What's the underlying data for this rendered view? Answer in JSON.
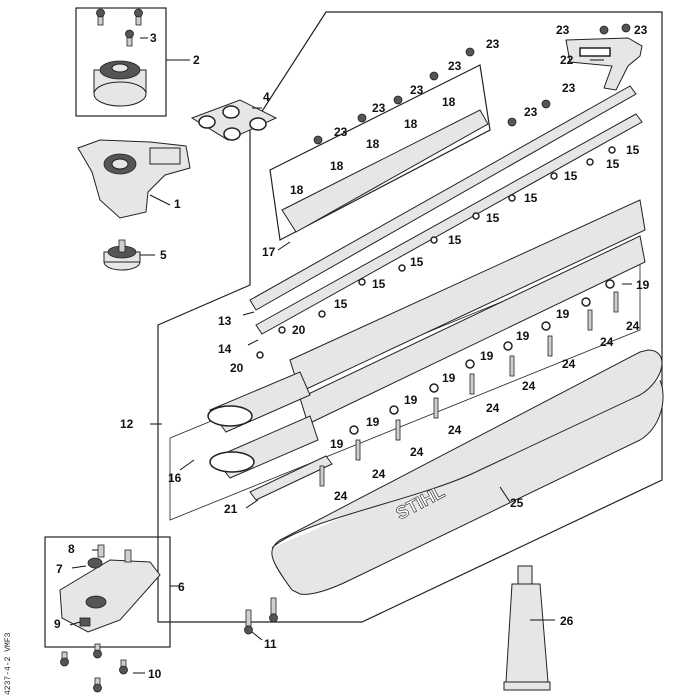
{
  "diagram": {
    "labels": [
      "1",
      "2",
      "3",
      "4",
      "5",
      "6",
      "7",
      "8",
      "9",
      "10",
      "11",
      "12",
      "13",
      "14",
      "15",
      "16",
      "17",
      "18",
      "19",
      "20",
      "21",
      "22",
      "23",
      "24",
      "25",
      "26"
    ],
    "brand_text": "STIHL",
    "side_code": "4237-4-2 VMF3",
    "colors": {
      "line": "#222222",
      "fill": "#e6e6e6",
      "background": "#ffffff"
    }
  }
}
